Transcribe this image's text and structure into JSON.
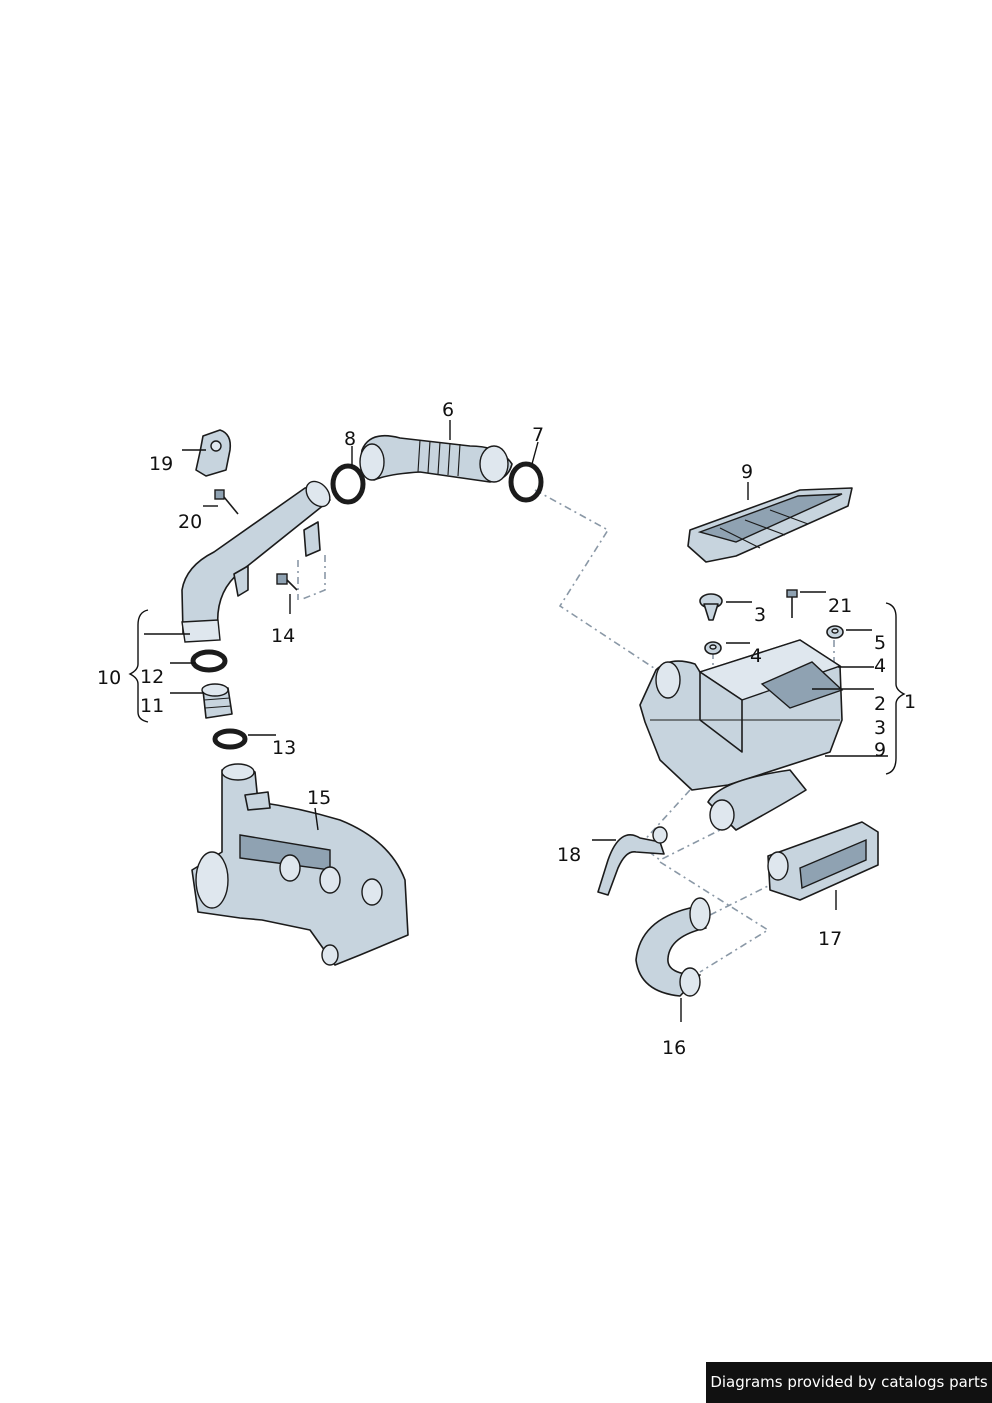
{
  "footer": {
    "credit": "Diagrams provided by catalogs parts"
  },
  "callouts": [
    "1",
    "2",
    "3",
    "3",
    "4",
    "4",
    "5",
    "6",
    "7",
    "8",
    "9",
    "9",
    "10",
    "11",
    "12",
    "13",
    "14",
    "15",
    "16",
    "17",
    "18",
    "19",
    "20",
    "21"
  ]
}
